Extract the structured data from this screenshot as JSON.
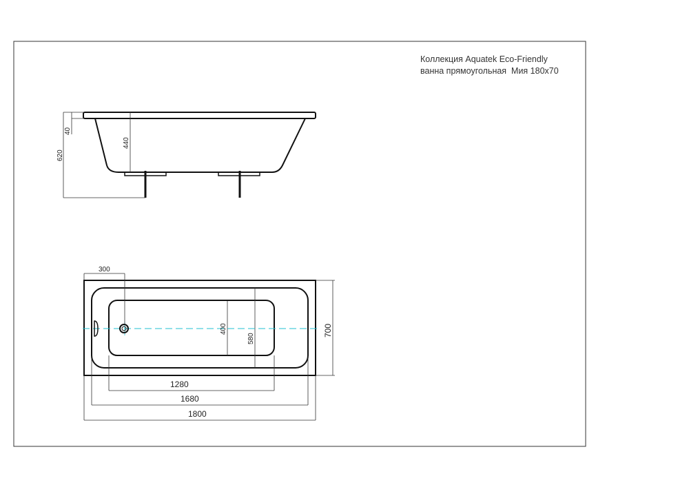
{
  "title": {
    "line1": "Коллекция Aquatek Eco-Friendly",
    "line2": "ванна прямоугольная  Мия 180х70"
  },
  "side_view": {
    "dim_total_height": "620",
    "dim_rim": "40",
    "dim_depth": "440"
  },
  "top_view": {
    "dim_drain_offset": "300",
    "dim_bottom_width": "400",
    "dim_inner_width": "580",
    "dim_width": "700",
    "dim_bottom_length": "1280",
    "dim_inner_length": "1680",
    "dim_length": "1800"
  },
  "colors": {
    "line": "#111111",
    "dim": "#333333",
    "axis": "#22c0d0"
  }
}
